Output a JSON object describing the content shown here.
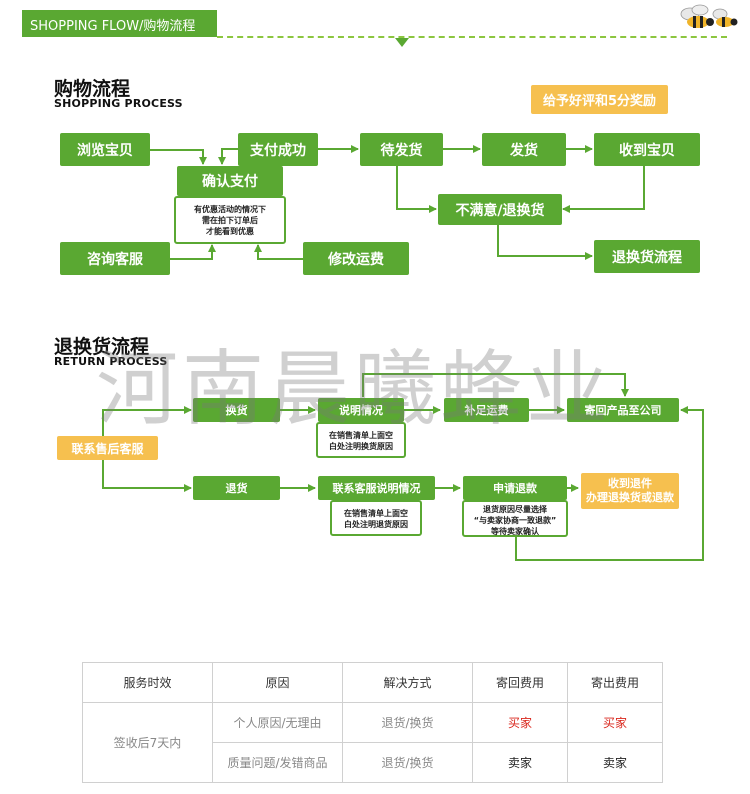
{
  "header": {
    "title": "SHOPPING FLOW/购物流程"
  },
  "shopping": {
    "title_cn": "购物流程",
    "title_en": "SHOPPING PROCESS",
    "reward": "给予好评和5分奖励",
    "browse": "浏览宝贝",
    "pay_ok": "支付成功",
    "await_ship": "待发货",
    "ship": "发货",
    "receive": "收到宝贝",
    "confirm_pay": "确认支付",
    "note_lines": [
      "有优惠活动的情况下",
      "需在拍下订单后",
      "才能看到优惠"
    ],
    "consult": "咨询客服",
    "modify_fee": "修改运费",
    "unsatisfied": "不满意/退换货",
    "return_flow": "退换货流程"
  },
  "returns": {
    "title_cn": "退换货流程",
    "title_en": "RETURN PROCESS",
    "contact": "联系售后客服",
    "exchange": "换货",
    "explain": "说明情况",
    "supplement_fee": "补足运费",
    "send_back": "寄回产品至公司",
    "note_exchange": [
      "在销售清单上面空",
      "白处注明换货原因"
    ],
    "refund": "退货",
    "contact_explain": "联系客服说明情况",
    "apply_refund": "申请退款",
    "received": [
      "收到退件",
      "办理退换货或退款"
    ],
    "note_refund": [
      "在销售清单上面空",
      "白处注明退货原因"
    ],
    "note_apply": [
      "退货原因尽量选择",
      "“与卖家协商一致退款”",
      "等待卖家确认"
    ]
  },
  "watermark": "河南晨曦蜂业",
  "table": {
    "headers": [
      "服务时效",
      "原因",
      "解决方式",
      "寄回费用",
      "寄出费用"
    ],
    "period": "签收后7天内",
    "rows": [
      {
        "reason": "个人原因/无理由",
        "solution": "退货/换货",
        "return_fee": "买家",
        "send_fee": "买家"
      },
      {
        "reason": "质量问题/发错商品",
        "solution": "退货/换货",
        "return_fee": "卖家",
        "send_fee": "卖家"
      }
    ]
  },
  "colors": {
    "green": "#5aa832",
    "orange": "#f6c04f",
    "red": "#d9261c"
  }
}
